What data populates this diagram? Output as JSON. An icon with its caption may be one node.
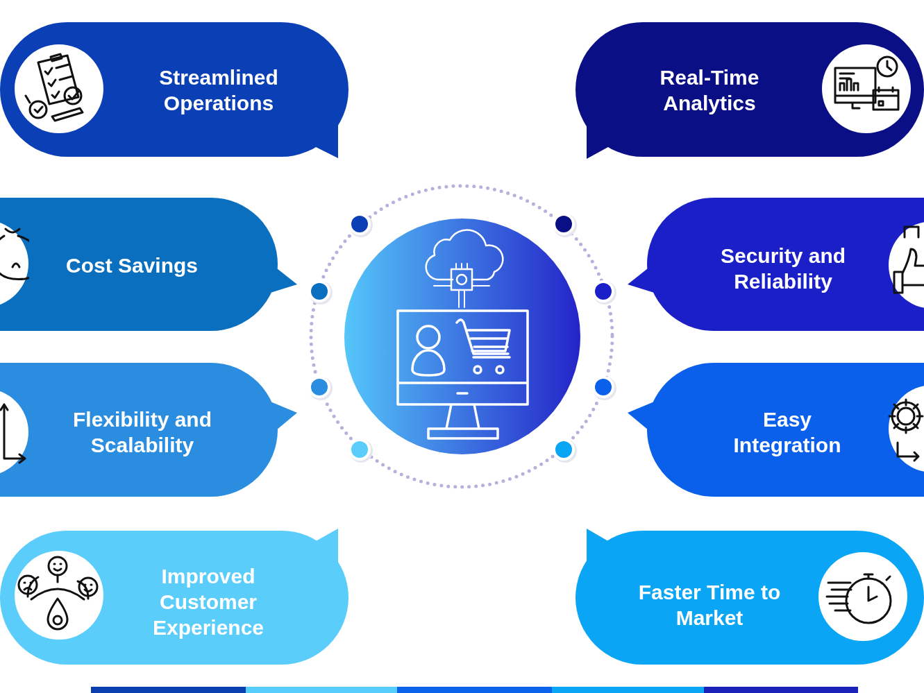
{
  "diagram": {
    "nodes": [
      {
        "text": [
          "Streamlined Operations"
        ]
      },
      {
        "text": [
          "Real-Time Analytics"
        ]
      },
      {
        "text": [
          "Cost Savings"
        ]
      },
      {
        "text": [
          "Security and Reliability"
        ]
      },
      {
        "text": [
          "Flexibility and Scalability"
        ]
      },
      {
        "text": [
          "Easy Integration"
        ]
      },
      {
        "text": [
          "Improved Customer Experience"
        ]
      },
      {
        "text": [
          "Faster Time to Market"
        ]
      }
    ]
  }
}
